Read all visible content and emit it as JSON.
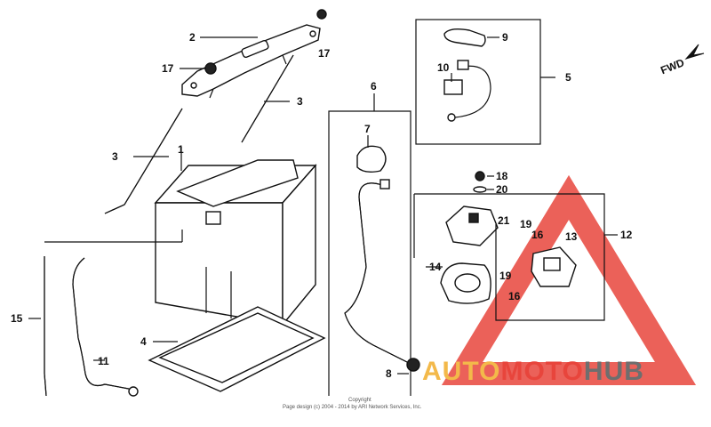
{
  "diagram": {
    "direction_label": "FWD",
    "callouts": {
      "c1": "1",
      "c2": "2",
      "c3a": "3",
      "c3b": "3",
      "c4": "4",
      "c5": "5",
      "c6": "6",
      "c7": "7",
      "c8": "8",
      "c9": "9",
      "c10": "10",
      "c11": "11",
      "c12": "12",
      "c13": "13",
      "c14": "14",
      "c15": "15",
      "c16a": "16",
      "c16b": "16",
      "c17a": "17",
      "c17b": "17",
      "c18": "18",
      "c19a": "19",
      "c19b": "19",
      "c20": "20",
      "c21": "21"
    },
    "copyright": {
      "line1": "Copyright",
      "line2": "Page design (c) 2004 - 2014 by ARI Network Services, Inc."
    }
  },
  "watermark": {
    "auto": "AUTO",
    "moto": "MOTO",
    "hub": "HUB",
    "colors": {
      "triangle": "#e8453c",
      "auto": "#f3b94a",
      "moto": "#e8453c",
      "hub": "#6e6e6e"
    }
  }
}
